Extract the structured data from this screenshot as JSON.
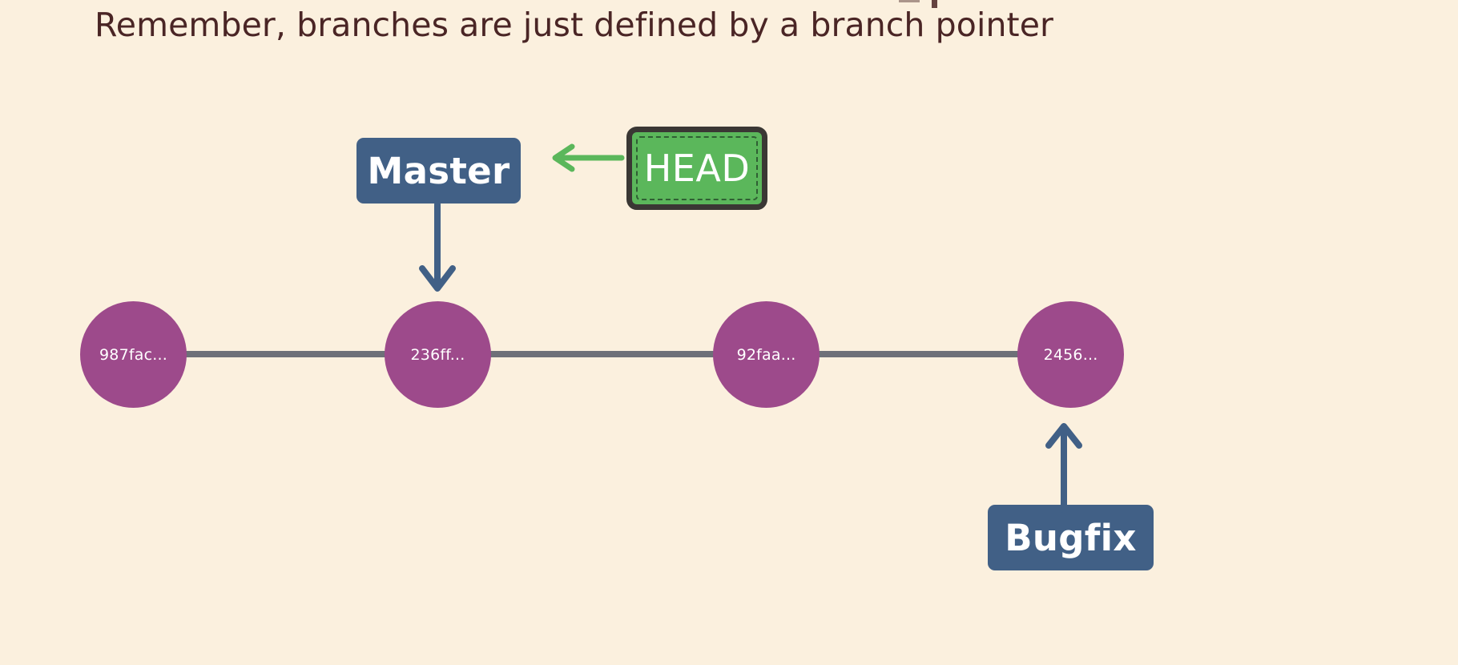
{
  "slide": {
    "background_color": "#FBF0DE",
    "title": "Remember, branches are just defined by a branch pointer"
  },
  "palette": {
    "background": "#FBF0DE",
    "title_text": "#4A2525",
    "commit_fill": "#9D4A8B",
    "commit_text": "#FFFFFF",
    "edge_line": "#6E7078",
    "branch_box": "#416086",
    "branch_text": "#FFFFFF",
    "head_fill": "#5BB75B",
    "head_border": "#3A3734",
    "head_dashed_border": "#2F5F33",
    "head_text": "#FFFFFF",
    "blue_arrow": "#416086",
    "green_arrow": "#5BB75B"
  },
  "graph": {
    "commits": [
      {
        "id": "c1",
        "sha": "987fac..."
      },
      {
        "id": "c2",
        "sha": "236ff..."
      },
      {
        "id": "c3",
        "sha": "92faa..."
      },
      {
        "id": "c4",
        "sha": "2456..."
      }
    ],
    "edges": [
      {
        "from": "c1",
        "to": "c2"
      },
      {
        "from": "c2",
        "to": "c3"
      },
      {
        "from": "c3",
        "to": "c4"
      }
    ]
  },
  "refs": {
    "master": {
      "label": "Master",
      "points_to": "236ff..."
    },
    "bugfix": {
      "label": "Bugfix",
      "points_to": "2456..."
    },
    "head": {
      "label": "HEAD",
      "points_to": "Master"
    }
  },
  "arrows": [
    {
      "name": "head-to-master",
      "direction": "left",
      "color": "#5BB75B"
    },
    {
      "name": "master-to-commit",
      "direction": "down",
      "color": "#416086"
    },
    {
      "name": "bugfix-to-commit",
      "direction": "up",
      "color": "#416086"
    }
  ]
}
